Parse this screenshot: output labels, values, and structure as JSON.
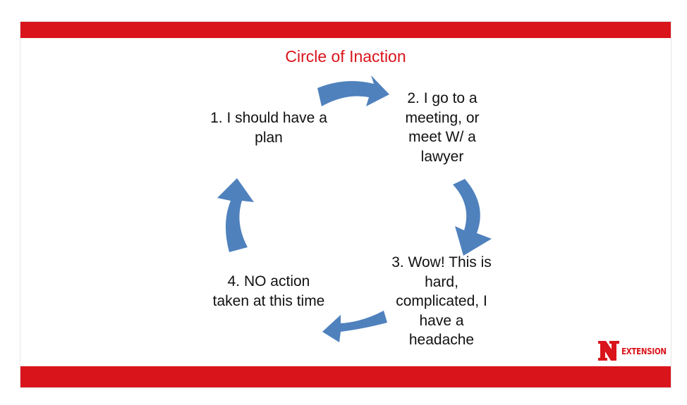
{
  "title": "Circle of Inaction",
  "steps": [
    {
      "text": "1. I should have a plan"
    },
    {
      "text": "2. I go to a meeting, or meet W/ a lawyer"
    },
    {
      "text": "3. Wow! This is hard, complicated, I have a headache"
    },
    {
      "text": "4. NO action taken at this time"
    }
  ],
  "logo": {
    "text": "EXTENSION"
  },
  "colors": {
    "accent": "#d9141b",
    "arrow": "#4f81bd",
    "text": "#111111"
  },
  "icons": [
    "clockwise-arrow-icon",
    "nebraska-n-logo-icon"
  ]
}
